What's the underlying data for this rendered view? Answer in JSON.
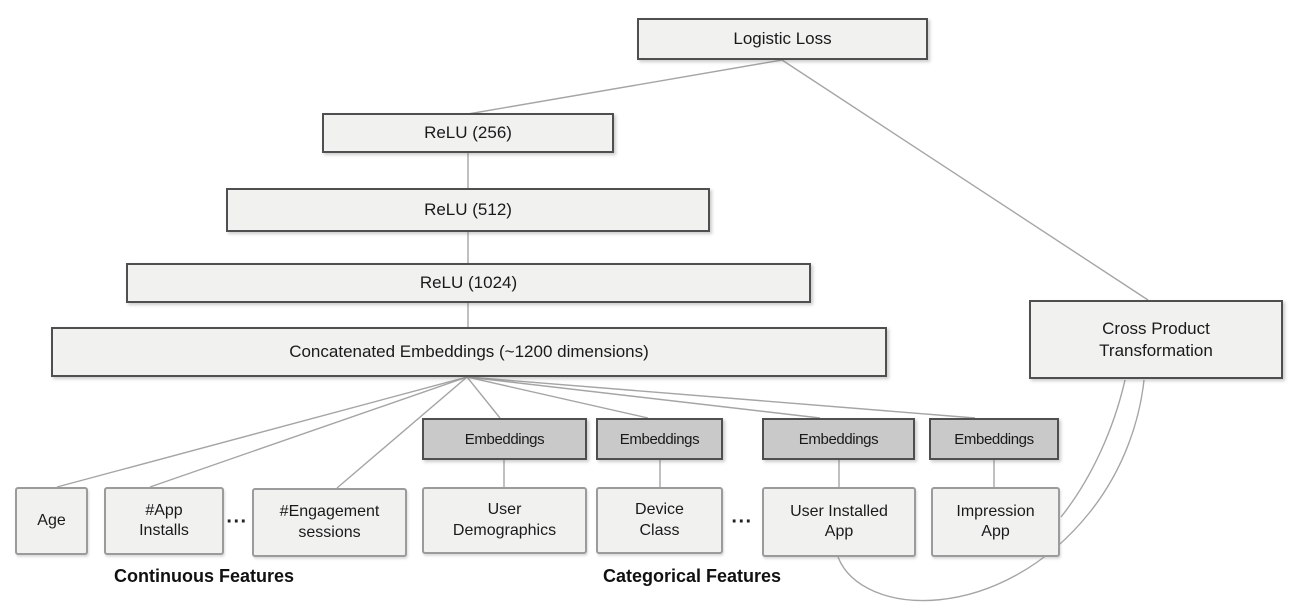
{
  "colors": {
    "background": "#ffffff",
    "box_fill": "#f1f1f0",
    "box_border_dark": "#4f4f4f",
    "feature_border": "#9b9b9b",
    "embedding_fill": "#c9c9c9",
    "embedding_border": "#4f4f4f",
    "connector_line": "#a5a5a5",
    "text": "#1a1a1a"
  },
  "nodes": {
    "logistic_loss": {
      "label": "Logistic Loss"
    },
    "relu_256": {
      "label": "ReLU (256)"
    },
    "relu_512": {
      "label": "ReLU (512)"
    },
    "relu_1024": {
      "label": "ReLU (1024)"
    },
    "concatenated_embeddings": {
      "label": "Concatenated Embeddings (~1200 dimensions)"
    },
    "cross_product": {
      "line1": "Cross Product",
      "line2": "Transformation"
    },
    "age": {
      "label": "Age"
    },
    "app_installs": {
      "line1": "#App",
      "line2": "Installs"
    },
    "engagement_sessions": {
      "line1": "#Engagement",
      "line2": "sessions"
    },
    "user_demographics": {
      "line1": "User",
      "line2": "Demographics"
    },
    "device_class": {
      "line1": "Device",
      "line2": "Class"
    },
    "user_installed_app": {
      "line1": "User Installed",
      "line2": "App"
    },
    "impression_app": {
      "line1": "Impression",
      "line2": "App"
    }
  },
  "embeddings_labels": [
    "Embeddings",
    "Embeddings",
    "Embeddings",
    "Embeddings"
  ],
  "group_labels": {
    "continuous": "Continuous Features",
    "categorical": "Categorical Features"
  },
  "ellipsis": "..."
}
